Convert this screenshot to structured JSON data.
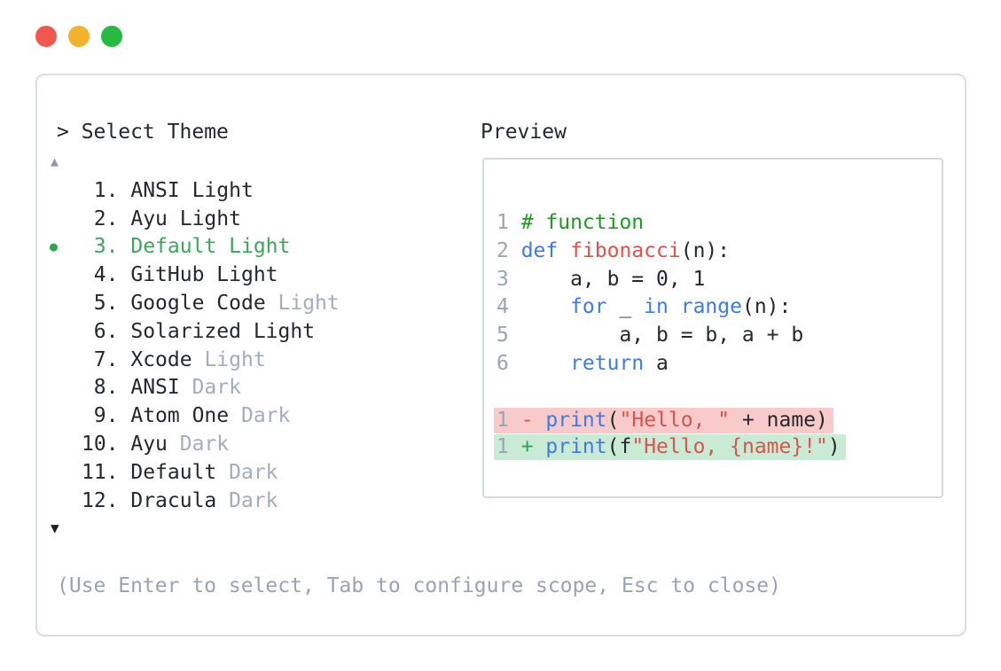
{
  "window": {
    "traffic_lights": [
      {
        "name": "close",
        "color": "#f0574f"
      },
      {
        "name": "minimize",
        "color": "#f2b32c"
      },
      {
        "name": "maximize",
        "color": "#27b942"
      }
    ]
  },
  "theme_picker": {
    "prompt": "> Select Theme",
    "scroll_up_icon": "▲",
    "scroll_down_icon": "▼",
    "selected_index": 3,
    "items": [
      {
        "number": "1.",
        "name": "ANSI Light",
        "suffix": "",
        "marker": "",
        "selected": false
      },
      {
        "number": "2.",
        "name": "Ayu Light",
        "suffix": "",
        "marker": "",
        "selected": false
      },
      {
        "number": "3.",
        "name": "Default Light",
        "suffix": "",
        "marker": "●",
        "selected": true
      },
      {
        "number": "4.",
        "name": "GitHub Light",
        "suffix": "",
        "marker": "",
        "selected": false
      },
      {
        "number": "5.",
        "name": "Google Code",
        "suffix": "Light",
        "marker": "",
        "selected": false
      },
      {
        "number": "6.",
        "name": "Solarized Light",
        "suffix": "",
        "marker": "",
        "selected": false
      },
      {
        "number": "7.",
        "name": "Xcode",
        "suffix": "Light",
        "marker": "",
        "selected": false
      },
      {
        "number": "8.",
        "name": "ANSI",
        "suffix": "Dark",
        "marker": "",
        "selected": false
      },
      {
        "number": "9.",
        "name": "Atom One",
        "suffix": "Dark",
        "marker": "",
        "selected": false
      },
      {
        "number": "10.",
        "name": "Ayu",
        "suffix": "Dark",
        "marker": "",
        "selected": false
      },
      {
        "number": "11.",
        "name": "Default",
        "suffix": "Dark",
        "marker": "",
        "selected": false
      },
      {
        "number": "12.",
        "name": "Dracula",
        "suffix": "Dark",
        "marker": "",
        "selected": false
      }
    ],
    "footer_hint": "(Use Enter to select, Tab to configure scope, Esc to close)"
  },
  "preview": {
    "title": "Preview",
    "code_lines": [
      {
        "number": "1",
        "diff": "",
        "tokens": [
          {
            "text": "# function",
            "type": "comment"
          }
        ]
      },
      {
        "number": "2",
        "diff": "",
        "tokens": [
          {
            "text": "def",
            "type": "keyword"
          },
          {
            "text": " ",
            "type": "plain"
          },
          {
            "text": "fibonacci",
            "type": "function"
          },
          {
            "text": "(n):",
            "type": "plain"
          }
        ]
      },
      {
        "number": "3",
        "diff": "",
        "tokens": [
          {
            "text": "    a, b = 0, 1",
            "type": "plain"
          }
        ]
      },
      {
        "number": "4",
        "diff": "",
        "tokens": [
          {
            "text": "    ",
            "type": "plain"
          },
          {
            "text": "for",
            "type": "keyword"
          },
          {
            "text": " _ ",
            "type": "plain"
          },
          {
            "text": "in",
            "type": "keyword"
          },
          {
            "text": " ",
            "type": "plain"
          },
          {
            "text": "range",
            "type": "keyword"
          },
          {
            "text": "(n):",
            "type": "plain"
          }
        ]
      },
      {
        "number": "5",
        "diff": "",
        "tokens": [
          {
            "text": "        a, b = b, a + b",
            "type": "plain"
          }
        ]
      },
      {
        "number": "6",
        "diff": "",
        "tokens": [
          {
            "text": "    ",
            "type": "plain"
          },
          {
            "text": "return",
            "type": "keyword"
          },
          {
            "text": " a",
            "type": "plain"
          }
        ]
      },
      {
        "number": "",
        "diff": "",
        "tokens": []
      },
      {
        "number": "1",
        "diff": "removed",
        "tokens": [
          {
            "text": "- ",
            "type": "minus"
          },
          {
            "text": "print",
            "type": "keyword"
          },
          {
            "text": "(",
            "type": "plain"
          },
          {
            "text": "\"Hello, \"",
            "type": "string"
          },
          {
            "text": " + name)",
            "type": "plain"
          }
        ]
      },
      {
        "number": "1",
        "diff": "added",
        "tokens": [
          {
            "text": "+ ",
            "type": "plus"
          },
          {
            "text": "print",
            "type": "keyword"
          },
          {
            "text": "(f",
            "type": "plain"
          },
          {
            "text": "\"Hello, {name}!\"",
            "type": "string"
          },
          {
            "text": ")",
            "type": "plain"
          }
        ]
      }
    ]
  },
  "colors": {
    "selected_item_green": "#3aa957",
    "bullet_green": "#2ea650",
    "dim_gray": "#a3adbe",
    "footer_gray": "#9aa3b4",
    "text_dark": "#24292f",
    "line_number_gray": "#9aa4b2",
    "comment_green": "#219a21",
    "keyword_blue": "#3d7ce8",
    "string_red": "#d9544d",
    "diff_removed_bg": "#f8caca",
    "diff_added_bg": "#c9ebd5",
    "panel_border": "#d9dde4"
  }
}
